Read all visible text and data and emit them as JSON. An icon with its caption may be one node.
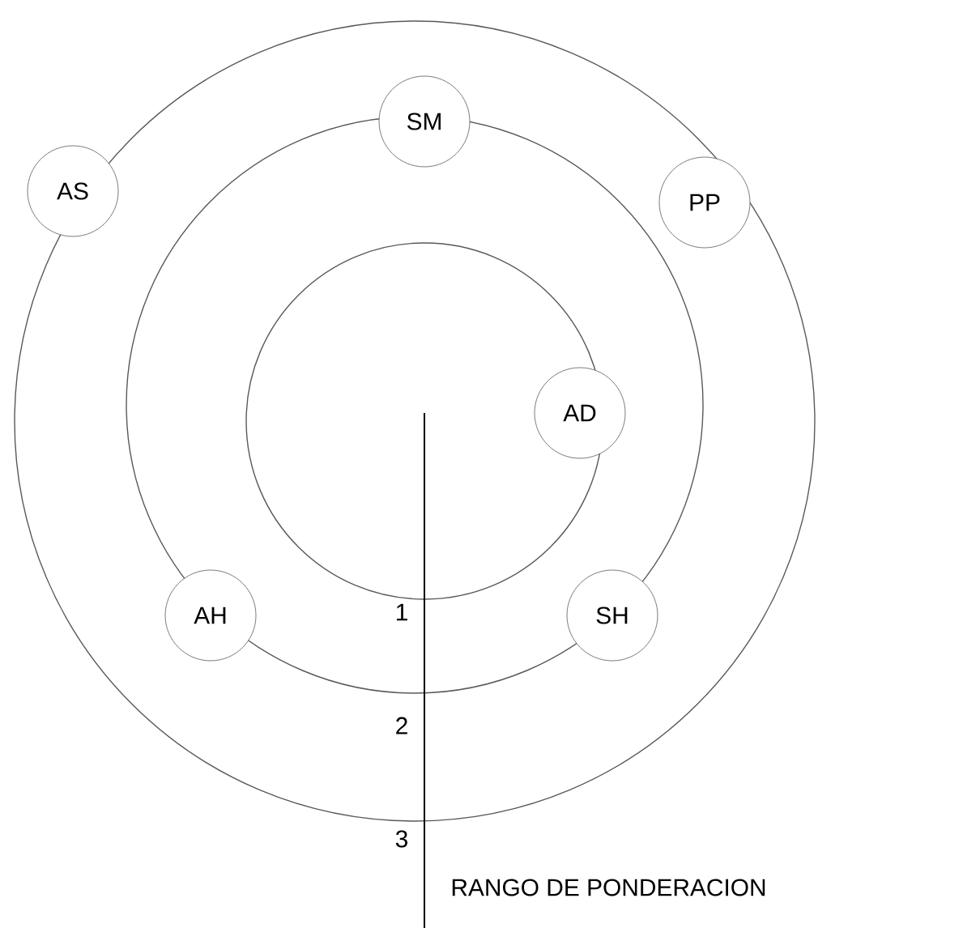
{
  "diagram": {
    "nodes": [
      {
        "text": [
          "SM"
        ]
      },
      {
        "text": [
          "AS"
        ]
      },
      {
        "text": [
          "PP"
        ]
      },
      {
        "text": [
          "AD"
        ]
      },
      {
        "text": [
          "AH"
        ]
      },
      {
        "text": [
          "SH"
        ]
      }
    ],
    "labels": [
      "1",
      "2",
      "3",
      "RANGO DE PONDERACION"
    ]
  }
}
